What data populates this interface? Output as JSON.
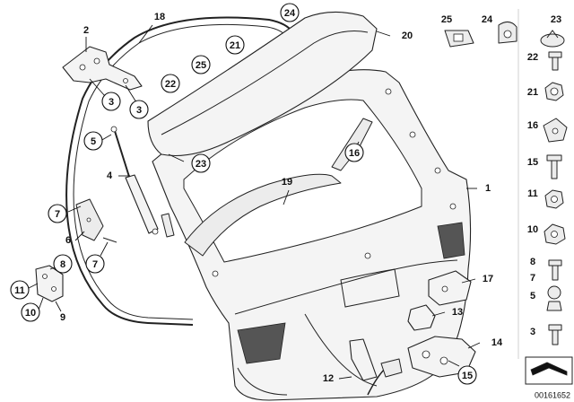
{
  "diagram": {
    "document_number": "00161652",
    "callouts": {
      "c1": "1",
      "c2": "2",
      "c3a": "3",
      "c3b": "3",
      "c4": "4",
      "c5": "5",
      "c6": "6",
      "c7a": "7",
      "c7b": "7",
      "c8": "8",
      "c9": "9",
      "c10": "10",
      "c11": "11",
      "c12": "12",
      "c13": "13",
      "c14": "14",
      "c15": "15",
      "c16": "16",
      "c17": "17",
      "c18": "18",
      "c19": "19",
      "c20": "20",
      "c21": "21",
      "c22": "22",
      "c23": "23",
      "c24": "24",
      "c25": "25"
    },
    "legend": {
      "l25": "25",
      "l24": "24",
      "l23": "23",
      "l22": "22",
      "l21": "21",
      "l16": "16",
      "l15": "15",
      "l11": "11",
      "l10": "10",
      "l8": "8",
      "l7": "7",
      "l5": "5",
      "l3": "3"
    }
  }
}
